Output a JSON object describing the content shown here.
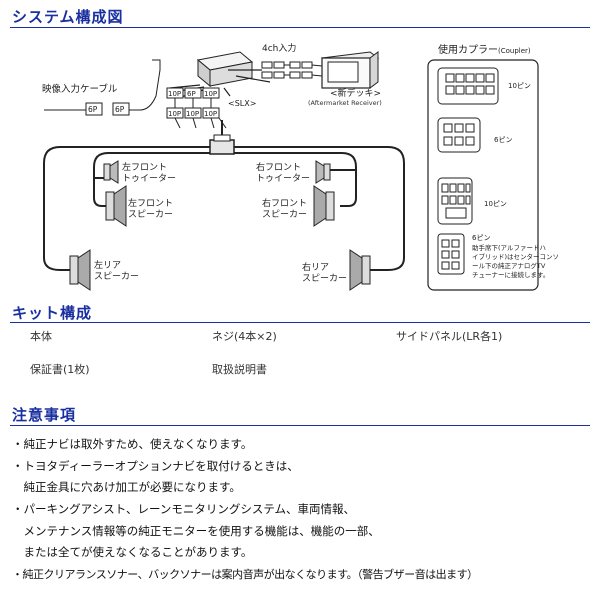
{
  "system": {
    "title": "システム構成図",
    "in4ch": "4ch入力",
    "video_cable": "映像入力ケーブル",
    "p6a": "6P",
    "p6b": "6P",
    "p10a": "10P",
    "p6c": "6P",
    "p10b": "10P",
    "p10c": "10P",
    "p10d": "10P",
    "p10e": "10P",
    "slx": "<SLX>",
    "new_deck": "<新デッキ>",
    "aftermarket": "(Aftermarket Receiver)",
    "lf_tweeter": "左フロント|トゥイーター",
    "rf_tweeter": "右フロント|トゥイーター",
    "lf_speaker": "左フロント|スピーカー",
    "rf_speaker": "右フロント|スピーカー",
    "lr_speaker": "左リア|スピーカー",
    "rr_speaker": "右リア|スピーカー",
    "coupler_title": "使用カプラー",
    "coupler_sub": "(Coupler)",
    "pin10a": "10ピン",
    "pin6a": "6ピン",
    "pin10b": "10ピン",
    "pin6b": "6ピン",
    "pin6_note": "助手席下(アルファードハ|イブリッド)はセンターコンソ|ール下の純正アナログTV|チューナーに接続します。"
  },
  "kit": {
    "title": "キット構成",
    "items": [
      "本体",
      "ネジ(4本×2)",
      "サイドパネル(LR各1)",
      "保証書(1枚)",
      "取扱説明書"
    ]
  },
  "notes": {
    "title": "注意事項",
    "lines": [
      "・純正ナビは取外すため、使えなくなります。",
      "・トヨタディーラーオプションナビを取付けるときは、",
      "　純正金具に穴あけ加工が必要になります。",
      "・パーキングアシスト、レーンモニタリングシステム、車両情報、",
      "　メンテナンス情報等の純正モニターを使用する機能は、機能の一部、",
      "　または全てが使えなくなることがあります。",
      "・純正クリアランスソナー、バックソナーは案内音声が出なくなります。（警告ブザー音は出ます）"
    ]
  }
}
